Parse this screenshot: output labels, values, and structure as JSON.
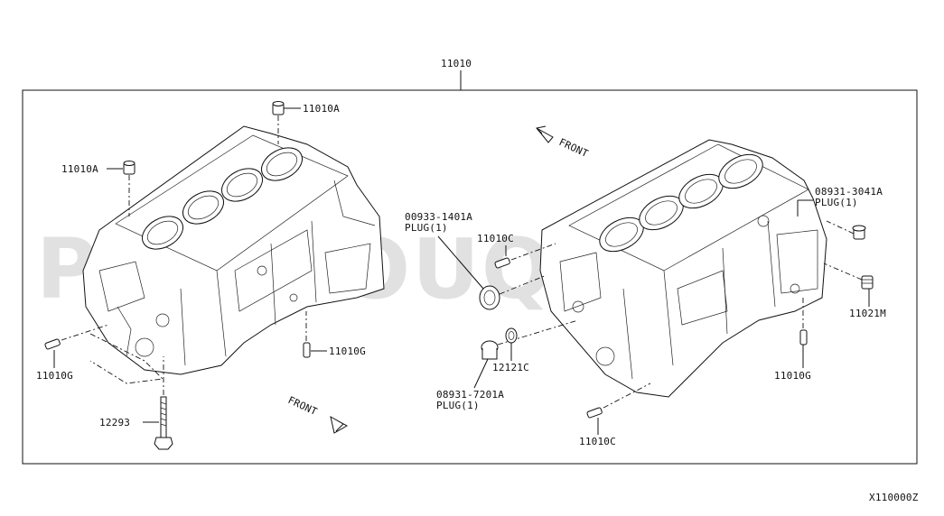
{
  "diagram": {
    "top_part_number": "11010",
    "figure_code": "X110000Z",
    "watermark": "PARTSOUQ.COM",
    "labels": {
      "left_dowel_top": "11010A",
      "left_dowel_side": "11010A",
      "left_pin_low": "11010G",
      "left_bolt": "12293",
      "left_pin_center": "11010G",
      "plug_front_code": "00933-1401A",
      "plug_front_desc": "PLUG(1)",
      "right_pin_top": "11010C",
      "right_washer": "12121C",
      "plug_drain_code": "08931-7201A",
      "plug_drain_desc": "PLUG(1)",
      "right_pin_bottom": "11010C",
      "plug_side_code": "08931-3041A",
      "plug_side_desc": "PLUG(1)",
      "right_sensor": "11021M",
      "right_pin_side": "11010G"
    },
    "front_markers": [
      "FRONT",
      "FRONT"
    ]
  }
}
